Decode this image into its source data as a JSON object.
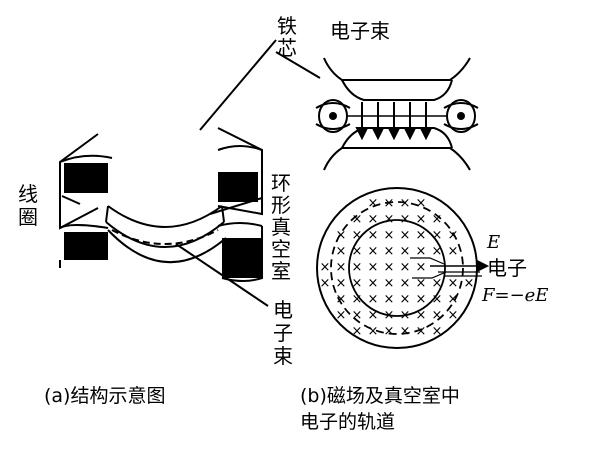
{
  "labels": {
    "iron_core": "铁芯",
    "electron_beam_top": "电子束",
    "coil": "线圈",
    "ring_vacuum_chamber": "环形真空室",
    "electron_beam_bottom": "电子束",
    "field_E": "E",
    "electron": "电子",
    "force_formula": "F=−eE"
  },
  "captions": {
    "a": "(a)结构示意图",
    "b_line1": "(b)磁场及真空室中",
    "b_line2": "电子的轨道"
  },
  "colors": {
    "ink": "#000000",
    "background": "#ffffff"
  },
  "glyphs": {
    "field_mark": "×"
  }
}
